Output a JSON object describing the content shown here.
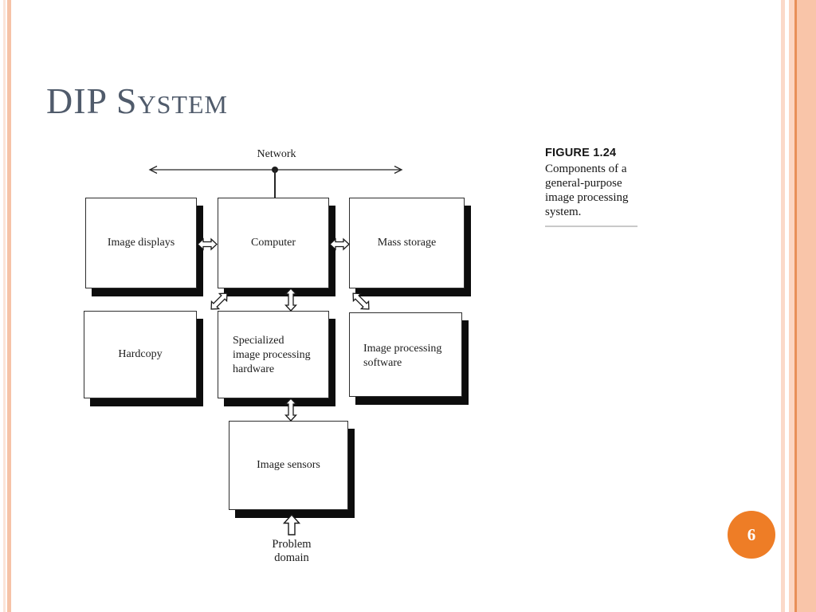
{
  "slide": {
    "title": "DIP System",
    "page_number": "6"
  },
  "theme": {
    "accent_orange": "#ee7d26",
    "stripe_light": "#fbe4d8",
    "stripe_main": "#f6c3a7",
    "band_dark_line": "#e88f58",
    "title_color": "#505b6b"
  },
  "diagram": {
    "network_label": "Network",
    "boxes": [
      {
        "label": "Image displays"
      },
      {
        "label": "Computer"
      },
      {
        "label": "Mass storage"
      },
      {
        "label": "Hardcopy"
      },
      {
        "label": "Specialized image processing hardware",
        "lines": [
          "Specialized",
          "image processing",
          "hardware"
        ]
      },
      {
        "label": "Image processing software",
        "lines": [
          "Image processing",
          "software"
        ]
      },
      {
        "label": "Image sensors"
      }
    ],
    "problem_domain_lines": [
      "Problem",
      "domain"
    ]
  },
  "caption": {
    "heading": "FIGURE 1.24",
    "lines": [
      "Components of a",
      "general-purpose",
      "image processing",
      "system."
    ]
  }
}
